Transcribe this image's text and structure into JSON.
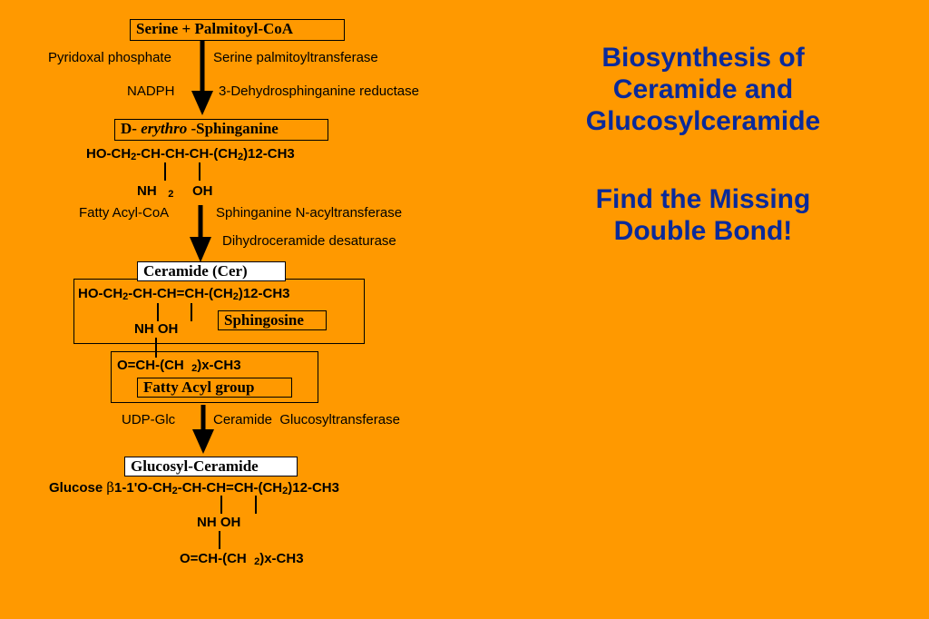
{
  "title": {
    "line1": "Biosynthesis of",
    "line2": "Ceramide and",
    "line3": "Glucosylceramide",
    "sub1": "Find the Missing",
    "sub2": "Double Bond!"
  },
  "step1": {
    "substrate": "Serine + Palmitoyl-CoA",
    "cofactor1": "Pyridoxal phosphate",
    "enzyme1": "Serine palmitoyltransferase",
    "cofactor2": "NADPH",
    "enzyme2": "3-Dehydrosphinganine reductase"
  },
  "sphinganine": {
    "label_prefix": "D-",
    "label_italic": "erythro",
    "label_suffix": "-Sphinganine",
    "formula_main": "HO-CH",
    "formula_sub1": "2",
    "formula_mid": "-CH-CH-CH-(CH",
    "formula_sub2": "2",
    "formula_end": ")12-CH3",
    "nh": "NH",
    "nh_sub": "2",
    "oh": "OH"
  },
  "step2": {
    "cofactor": "Fatty Acyl-CoA",
    "enzyme1": "Sphinganine N-acyltransferase",
    "enzyme2": "Dihydroceramide desaturase"
  },
  "ceramide": {
    "label": "Ceramide (Cer)",
    "formula_main": "HO-CH",
    "formula_sub1": "2",
    "formula_mid": "-CH-CH=CH-(CH",
    "formula_sub2": "2",
    "formula_end": ")12-CH3",
    "nhoh": "NH OH",
    "sphingosine": "Sphingosine",
    "acyl_formula": "O=CH-(CH",
    "acyl_sub": "2",
    "acyl_end": ")x-CH3",
    "acyl_label": "Fatty Acyl group"
  },
  "step3": {
    "cofactor": "UDP-Glc",
    "enzyme": "Ceramide  Glucosyltransferase"
  },
  "glucosyl": {
    "label": "Glucosyl-Ceramide",
    "prefix": "Glucose ",
    "beta": "β",
    "formula_main": "1-1'O-CH",
    "formula_sub1": "2",
    "formula_mid": "-CH-CH=CH-(CH",
    "formula_sub2": "2",
    "formula_end": ")12-CH3",
    "nhoh": "NH OH",
    "acyl_formula": "O=CH-(CH",
    "acyl_sub": "2",
    "acyl_end": ")x-CH3"
  },
  "colors": {
    "background": "#FF9900",
    "title": "#0A2A9A"
  }
}
